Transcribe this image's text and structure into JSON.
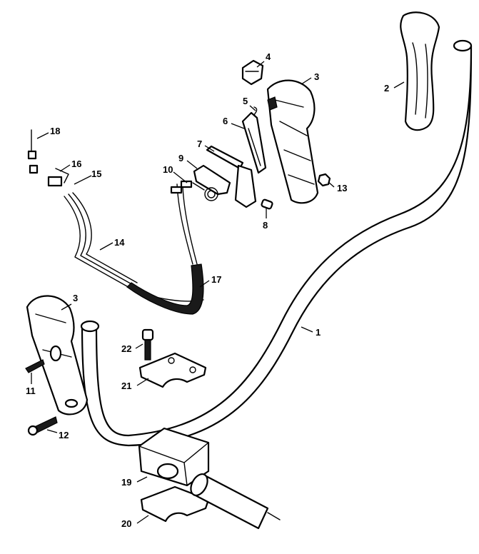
{
  "callouts": [
    {
      "id": "c1",
      "label": "1"
    },
    {
      "id": "c2",
      "label": "2"
    },
    {
      "id": "c3a",
      "label": "3"
    },
    {
      "id": "c3b",
      "label": "3"
    },
    {
      "id": "c4",
      "label": "4"
    },
    {
      "id": "c5",
      "label": "5"
    },
    {
      "id": "c6",
      "label": "6"
    },
    {
      "id": "c7",
      "label": "7"
    },
    {
      "id": "c8",
      "label": "8"
    },
    {
      "id": "c9",
      "label": "9"
    },
    {
      "id": "c10",
      "label": "10"
    },
    {
      "id": "c11",
      "label": "11"
    },
    {
      "id": "c12",
      "label": "12"
    },
    {
      "id": "c13",
      "label": "13"
    },
    {
      "id": "c14",
      "label": "14"
    },
    {
      "id": "c15",
      "label": "15"
    },
    {
      "id": "c16",
      "label": "16"
    },
    {
      "id": "c17",
      "label": "17"
    },
    {
      "id": "c18",
      "label": "18"
    },
    {
      "id": "c19",
      "label": "19"
    },
    {
      "id": "c20",
      "label": "20"
    },
    {
      "id": "c21",
      "label": "21"
    },
    {
      "id": "c22",
      "label": "22"
    }
  ]
}
